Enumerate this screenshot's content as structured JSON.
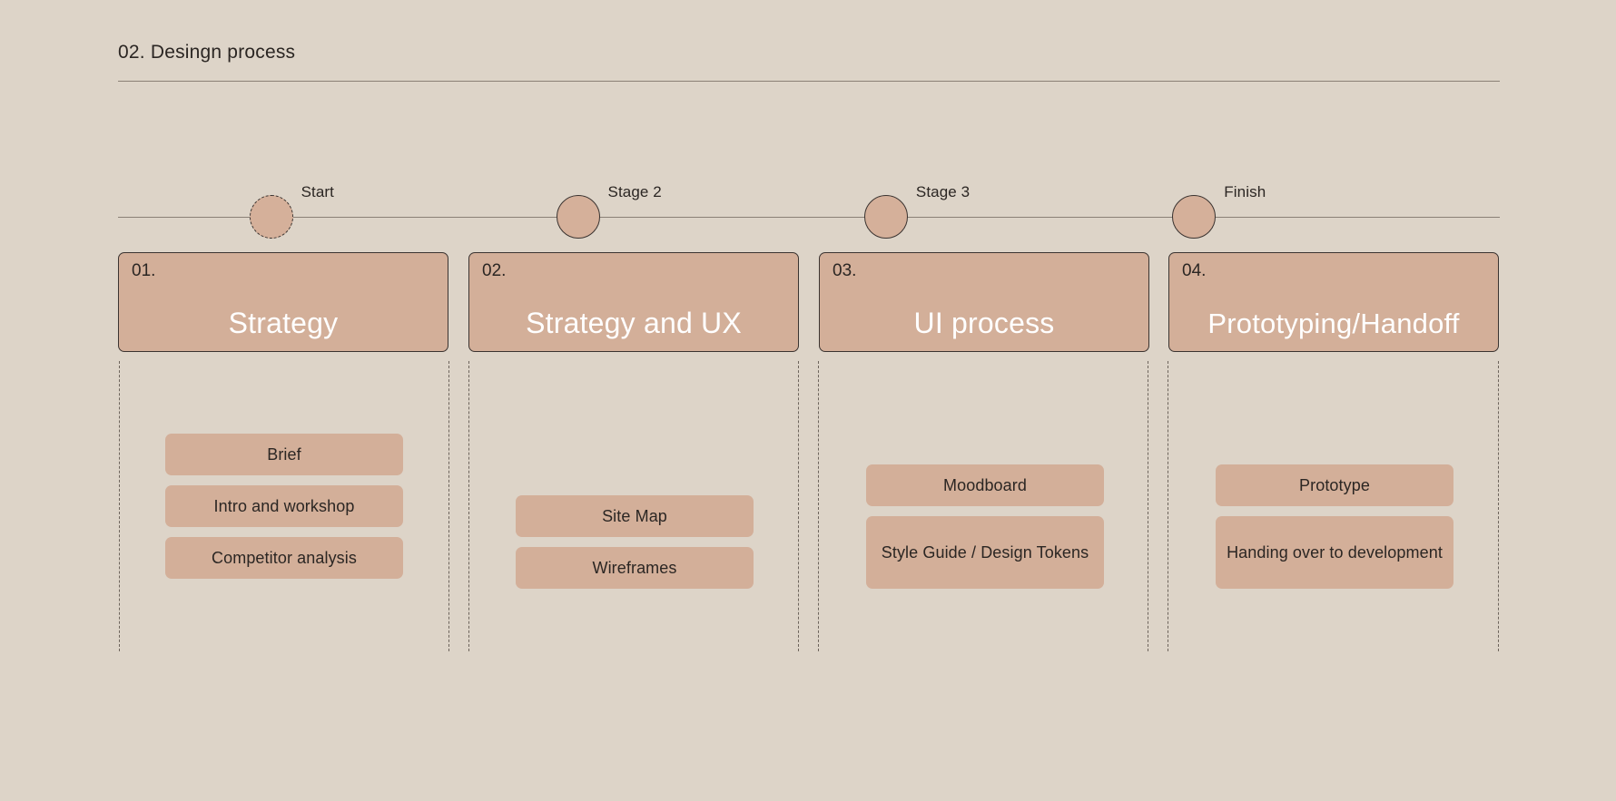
{
  "header": {
    "title": "02. Desingn process"
  },
  "colors": {
    "background": "#ddd4c8",
    "card_fill": "#d3af99",
    "node_fill": "#d5b09a",
    "outline": "#3a3330",
    "rule": "#8a8076",
    "title_text": "#ffffff",
    "body_text": "#2b2623"
  },
  "timeline": {
    "nodes": [
      {
        "label": "Start",
        "style": "dashed",
        "left_pct": 9.5
      },
      {
        "label": "Stage 2",
        "style": "solid",
        "left_pct": 31.7
      },
      {
        "label": "Stage 3",
        "style": "solid",
        "left_pct": 54.0
      },
      {
        "label": "Finish",
        "style": "solid",
        "left_pct": 76.3
      }
    ]
  },
  "columns": [
    {
      "number": "01.",
      "title": "Strategy",
      "tasks": [
        {
          "label": "Brief",
          "lines": 1
        },
        {
          "label": "Intro and workshop",
          "lines": 1
        },
        {
          "label": "Competitor analysis",
          "lines": 1
        }
      ]
    },
    {
      "number": "02.",
      "title": "Strategy and UX",
      "tasks": [
        {
          "label": "Site Map",
          "lines": 1
        },
        {
          "label": "Wireframes",
          "lines": 1
        }
      ]
    },
    {
      "number": "03.",
      "title": "UI process",
      "tasks": [
        {
          "label": "Moodboard",
          "lines": 1
        },
        {
          "label": "Style Guide / Design Tokens",
          "lines": 2
        }
      ]
    },
    {
      "number": "04.",
      "title": "Prototyping/Handoff",
      "tasks": [
        {
          "label": "Prototype",
          "lines": 1
        },
        {
          "label": "Handing over to development",
          "lines": 2
        }
      ]
    }
  ]
}
